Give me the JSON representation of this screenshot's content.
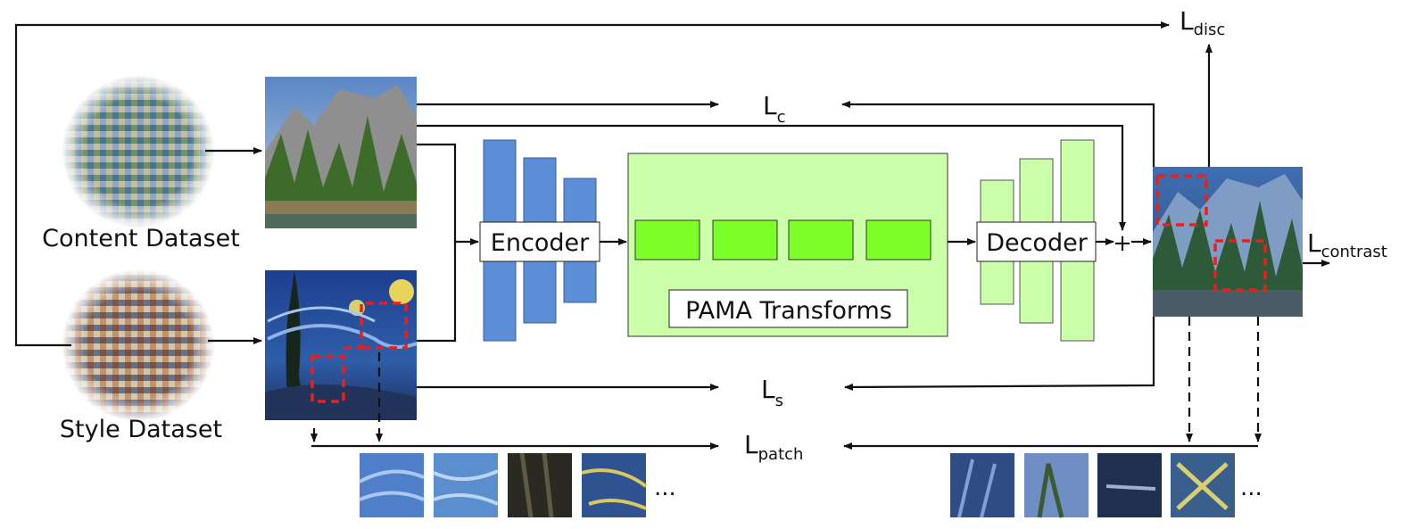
{
  "datasets": {
    "content_label": "Content Dataset",
    "style_label": "Style Dataset"
  },
  "blocks": {
    "encoder_label": "Encoder",
    "decoder_label": "Decoder",
    "transform_label": "PAMA Transforms",
    "sum_symbol": "+"
  },
  "losses": {
    "content": {
      "main": "L",
      "sub": "c"
    },
    "style": {
      "main": "L",
      "sub": "s"
    },
    "patch": {
      "main": "L",
      "sub": "patch"
    },
    "disc": {
      "main": "L",
      "sub": "disc"
    },
    "contrast": {
      "main": "L",
      "sub": "contrast"
    }
  },
  "ellipsis": "...",
  "colors": {
    "encoder": "#5b8ed6",
    "decoder": "#ccffaa",
    "transform_bg": "#ccffaa",
    "transform_block": "#7dff2a",
    "patch_crop": "#e8201c"
  }
}
